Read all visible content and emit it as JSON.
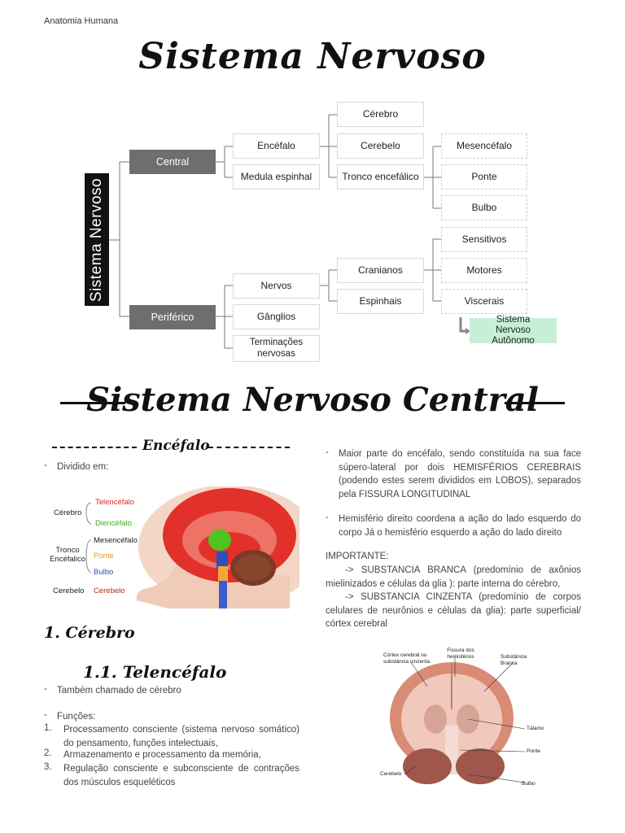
{
  "header": "Anatomia Humana",
  "title": "Sistema Nervoso",
  "diagram": {
    "root": "Sistema Nervoso",
    "central": "Central",
    "periferico": "Periférico",
    "encefalo": "Encéfalo",
    "medula": "Medula espinhal",
    "cerebro": "Cérebro",
    "cerebelo": "Cerebelo",
    "tronco": "Tronco encefálico",
    "mesencefalo": "Mesencéfalo",
    "ponte": "Ponte",
    "bulbo": "Bulbo",
    "nervos": "Nervos",
    "ganglios": "Gânglios",
    "terminacoes": "Terminações nervosas",
    "cranianos": "Cranianos",
    "espinhais": "Espinhais",
    "sensitivos": "Sensitivos",
    "motores": "Motores",
    "viscerais": "Viscerais",
    "autonomo": "Sistema Nervoso Autônomo"
  },
  "section_title": "Sistema Nervoso Central",
  "encefalo_heading": "Encéfalo",
  "divided_in": "Dividido em:",
  "brain_fig": {
    "cerebro": "Cérebro",
    "telencefalo": "Telencéfalo",
    "diencefalo": "Diencéfalo",
    "tronco": "Tronco Encéfalico",
    "mesencefalo": "Mesencéfalo",
    "ponte": "Ponte",
    "bulbo": "Bulbo",
    "cerebelo_left": "Cerebelo",
    "cerebelo_right": "Cerebelo"
  },
  "right_col": {
    "p1": "Maior parte do encéfalo, sendo constituída na sua face súpero-lateral por dois HEMISFÉRIOS CEREBRAIS (podendo estes serem divididos em LOBOS), separados pela FISSURA LONGITUDINAL",
    "p2": "Hemisfério direito coordena a ação do lado esquerdo do corpo Já o hemisfério esquerdo a ação do lado direito",
    "important": "IMPORTANTE:",
    "branca": "-> SUBSTANCIA BRANCA (predomínio de axônios mielinizados e células da glia ): parte interna do cérebro,",
    "cinzenta": "-> SUBSTANCIA CINZENTA (predomínio de corpos celulares de neurônios e células da glia): parte superficial/ córtex cerebral"
  },
  "cerebro_heading": "1. Cérebro",
  "telencefalo_heading": "1.1. Telencéfalo",
  "tele_items": {
    "chamado": "Também chamado de cérebro",
    "funcoes": "Funções:",
    "f1": "Processamento consciente (sistema nervoso somático) do pensamento, funções intelectuais,",
    "f2": "Armazenamento e processamento da memória,",
    "f3": "Regulação consciente e subconsciente de contrações dos músculos esqueléticos"
  },
  "section_fig": {
    "cortex": "Córtex cerebral ou substância cinzenta",
    "fissura": "Fissura dos hemisférios",
    "branca": "Substância Branca",
    "talamo": "Tálamo",
    "ponte": "Ponte",
    "bulbo": "Bulbo",
    "cerebelo": "Cerebelo"
  }
}
